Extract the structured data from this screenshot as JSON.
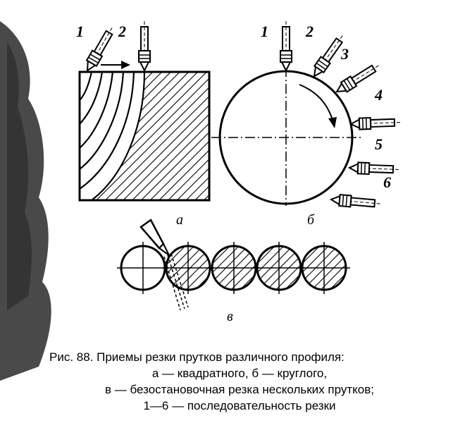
{
  "figure": {
    "labels": {
      "square_panel": "а",
      "round_panel": "б",
      "bars_panel": "в"
    },
    "square_torches": [
      "1",
      "2"
    ],
    "round_torches": [
      "1",
      "2",
      "3",
      "4",
      "5",
      "6"
    ]
  },
  "caption": {
    "title": "Рис. 88. Приемы резки прутков различного профиля:",
    "line2": "а — квадратного, б — круглого,",
    "line3": "в — безостановочная резка нескольких прутков;",
    "line4": "1—6 — последовательность резки"
  }
}
